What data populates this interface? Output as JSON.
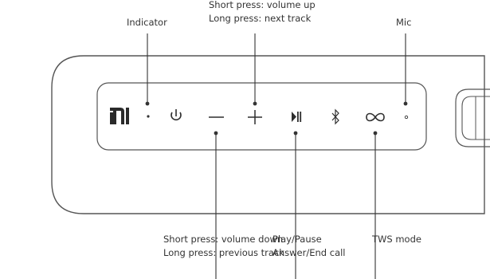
{
  "callouts": {
    "indicator": "Indicator",
    "volume_up": {
      "line1": "Short press: volume up",
      "line2": "Long press: next track"
    },
    "mic": "Mic",
    "volume_down": {
      "line1": "Short press: volume down",
      "line2": "Long press: previous track"
    },
    "play_pause": {
      "line1": "Play/Pause",
      "line2": "Answer/End call"
    },
    "tws": "TWS mode"
  },
  "buttons": {
    "logo": "mi",
    "power": "⏻",
    "minus": "—",
    "plus": "+",
    "play": "▶‖",
    "bluetooth": "✱",
    "tws": "∞"
  },
  "colors": {
    "outline": "#4a4a4a",
    "leader": "#333333",
    "text": "#2a2a2a"
  }
}
